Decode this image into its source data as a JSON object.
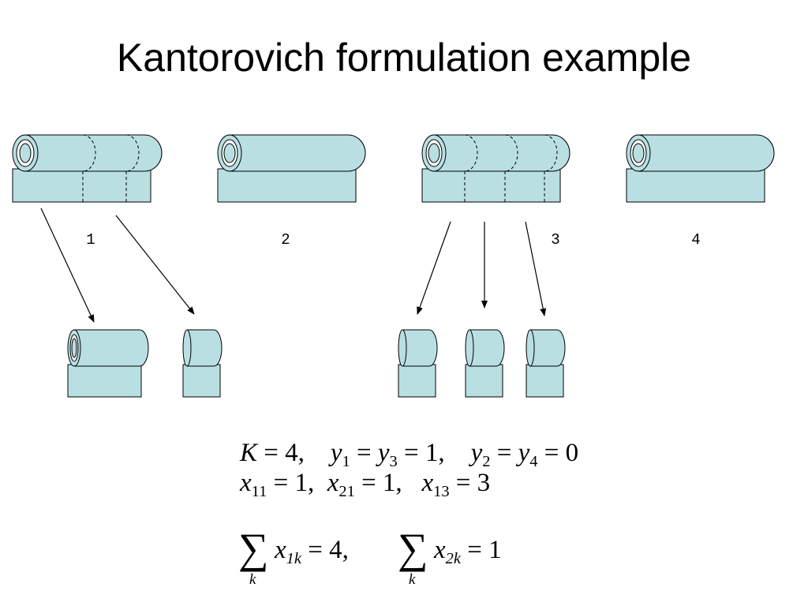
{
  "title": "Kantorovich formulation example",
  "rolls": [
    {
      "label": "1"
    },
    {
      "label": "2"
    },
    {
      "label": "3"
    },
    {
      "label": "4"
    }
  ],
  "equations": {
    "line1": {
      "K": "K",
      "K_val": "= 4,",
      "y1": "y",
      "y1_sub": "1",
      "eq_a": "=",
      "y3": "y",
      "y3_sub": "3",
      "y13_val": "= 1,",
      "y2": "y",
      "y2_sub": "2",
      "eq_b": "=",
      "y4": "y",
      "y4_sub": "4",
      "y24_val": "= 0"
    },
    "line2": {
      "x11": "x",
      "x11_sub": "11",
      "x11_val": "= 1,",
      "x21": "x",
      "x21_sub": "21",
      "x21_val": "= 1,",
      "x13": "x",
      "x13_sub": "13",
      "x13_val": "= 3"
    },
    "sum1": {
      "sigma": "∑",
      "index": "k",
      "var": "x",
      "sub": "1k",
      "val": "= 4,"
    },
    "sum2": {
      "sigma": "∑",
      "index": "k",
      "var": "x",
      "sub": "2k",
      "val": "= 1"
    }
  },
  "colors": {
    "roll_fill": "#b9dfe3",
    "stroke": "#000000"
  }
}
